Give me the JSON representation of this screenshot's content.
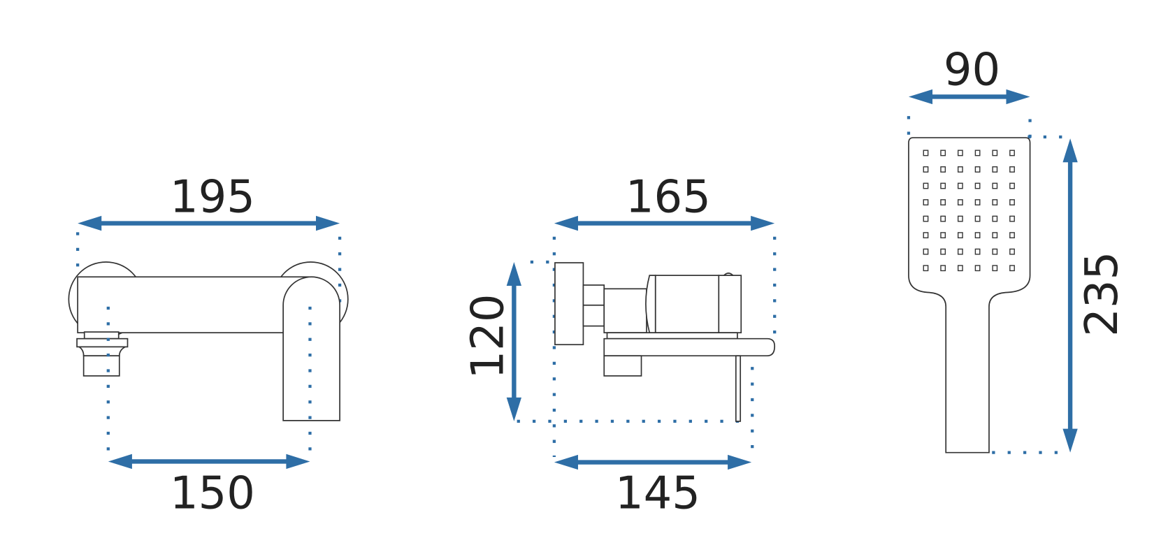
{
  "colors": {
    "dimension_blue": "#2e6ea6",
    "line": "#333333",
    "text": "#222222"
  },
  "spout": {
    "top_width": "195",
    "bottom_width": "150"
  },
  "mixer": {
    "top_width": "165",
    "bottom_width": "145",
    "height": "120"
  },
  "hand_shower": {
    "head_width": "90",
    "length": "235",
    "nozzle_grid": {
      "columns": 6,
      "rows": 8
    }
  }
}
